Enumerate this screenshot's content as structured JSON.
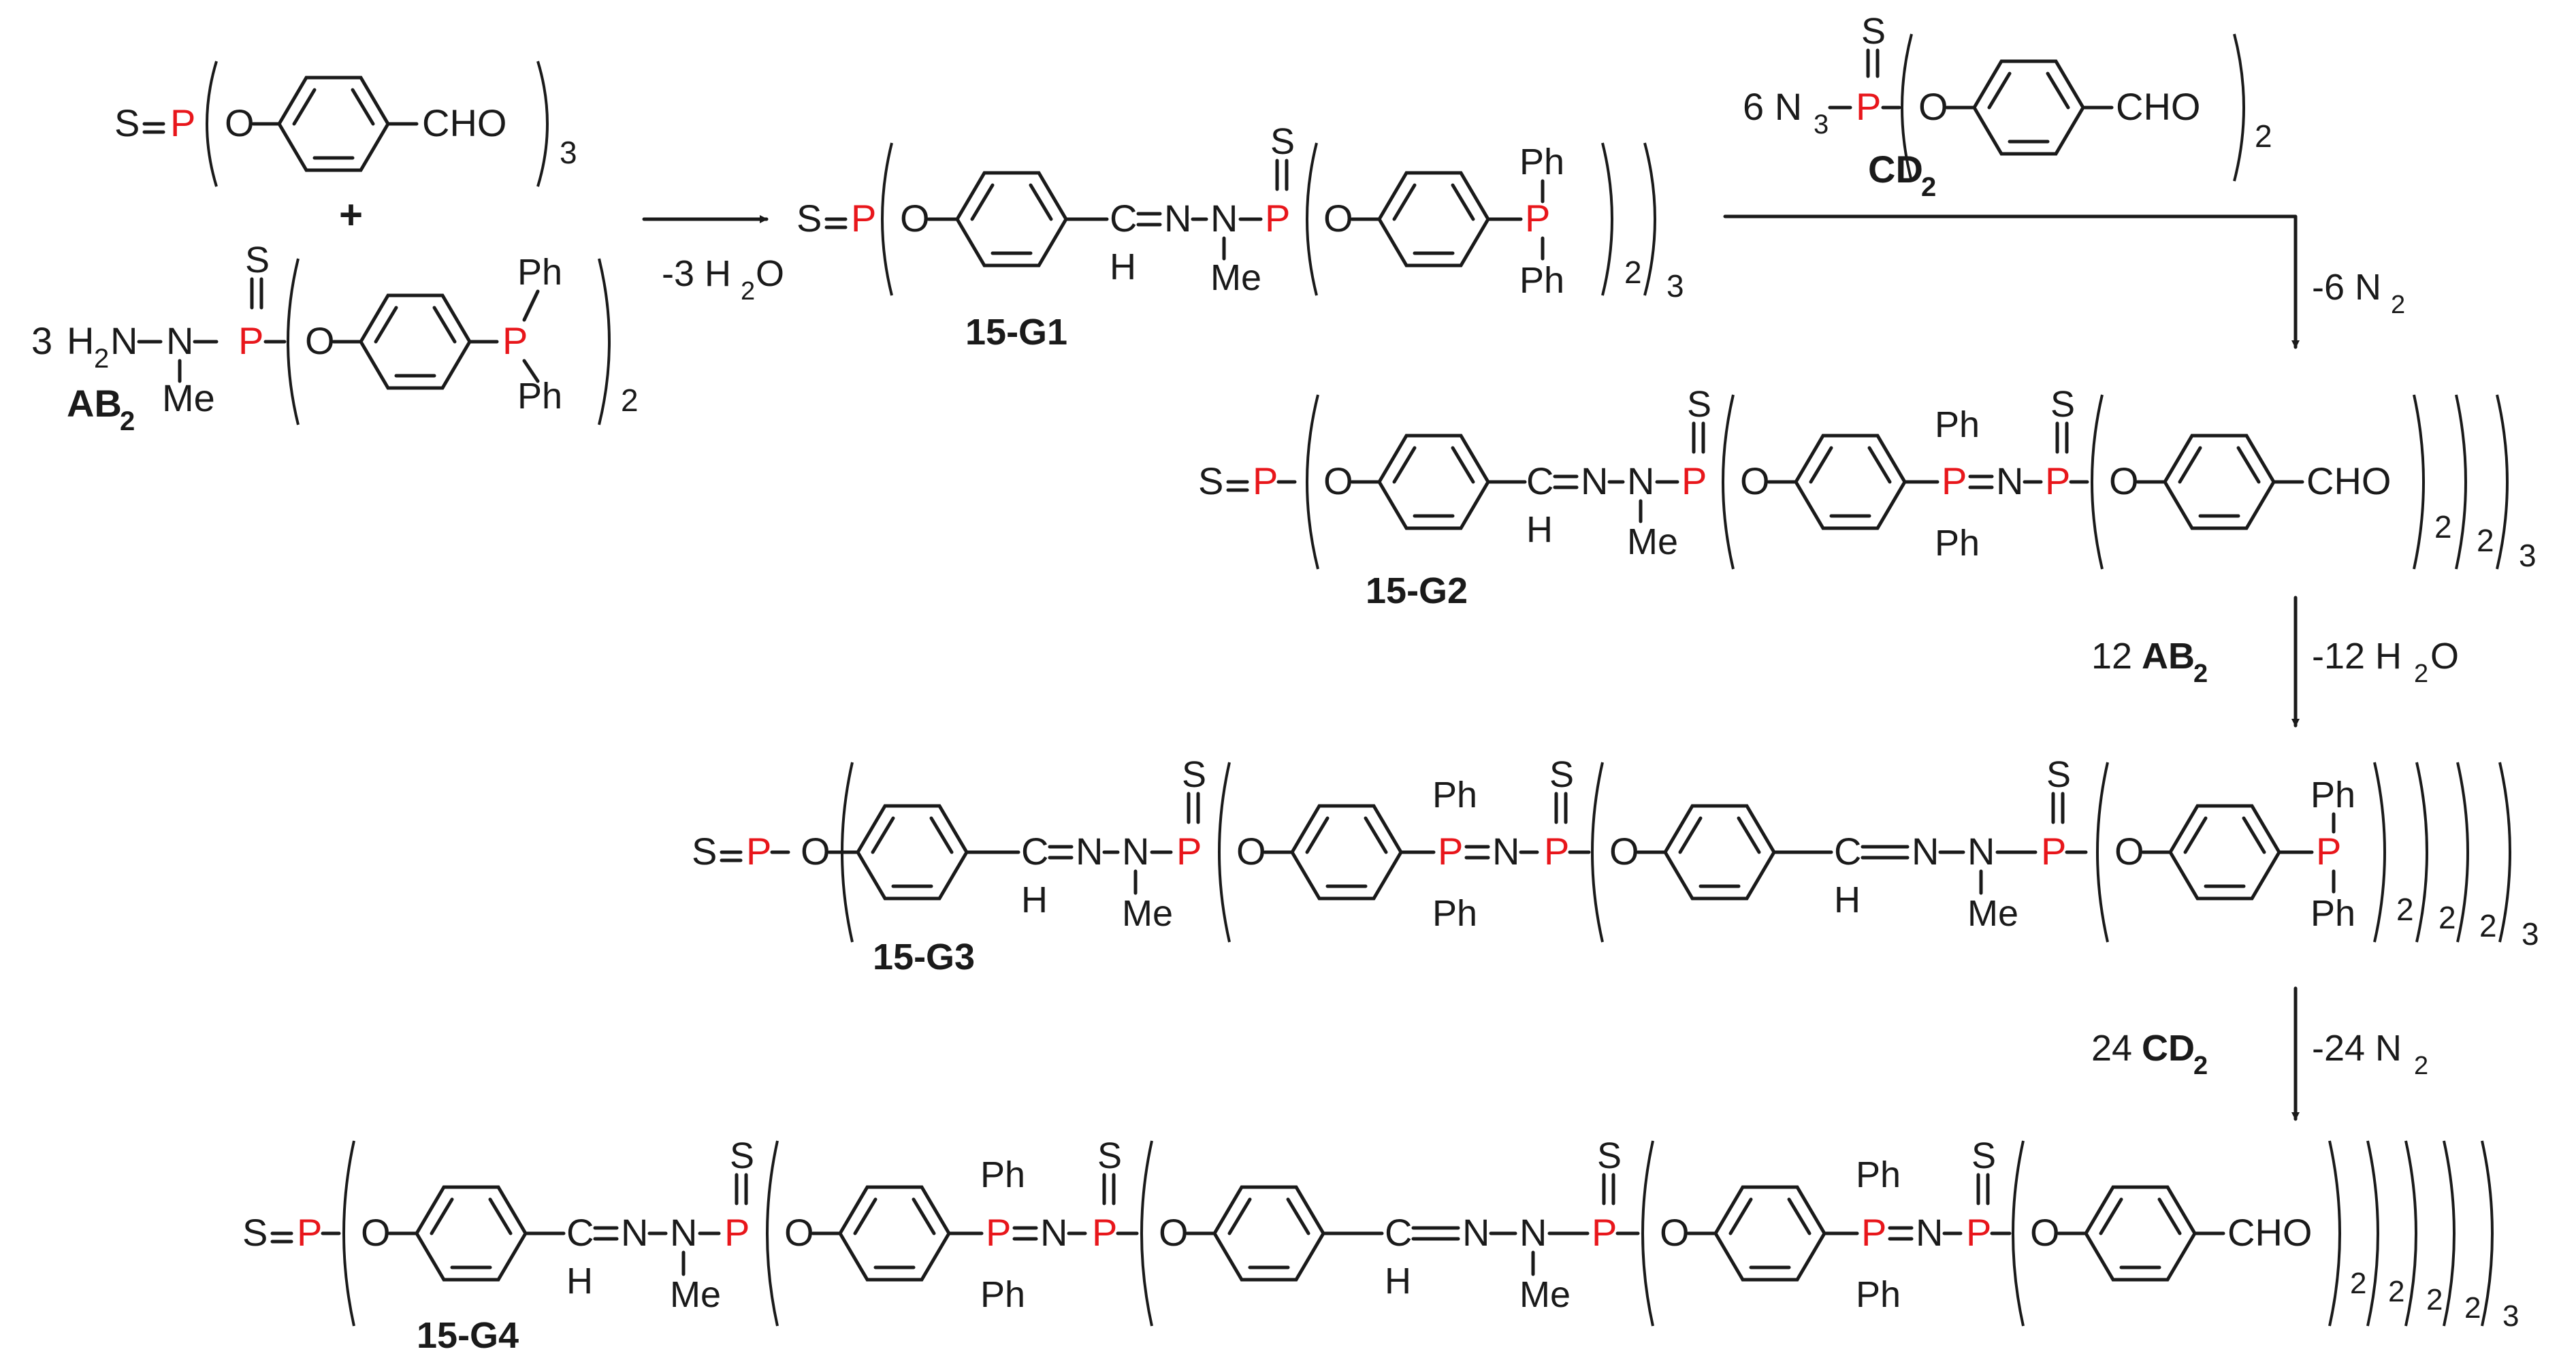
{
  "reactants": {
    "thiophosphoryl_core": {
      "S": "S",
      "P": "P",
      "O": "O",
      "group": "CHO",
      "count": "3"
    },
    "plus": "+",
    "ab2": {
      "coef": "3",
      "h2n": "H",
      "h2n_sub": "2",
      "h2n_n": "N",
      "n": "N",
      "me": "Me",
      "s": "S",
      "p": "P",
      "o": "O",
      "pp": "P",
      "ph1": "Ph",
      "ph2": "Ph",
      "count": "2",
      "label": "AB",
      "label_sub": "2"
    }
  },
  "steps": [
    {
      "id": "step1",
      "above": "",
      "below_pre": "-3 H",
      "below_sub": "2",
      "below_post": "O"
    },
    {
      "id": "step2",
      "reagent_coef": "6 N",
      "reagent_sub": "3",
      "reagent_s": "S",
      "reagent_p": "P",
      "reagent_o": "O",
      "reagent_group": "CHO",
      "reagent_count": "2",
      "reagent_label": "CD",
      "reagent_label_sub": "2",
      "side_pre": "-6 N",
      "side_sub": "2"
    },
    {
      "id": "step3",
      "left_pre": "12 ",
      "left_bold": "AB",
      "left_sub": "2",
      "right_pre": "-12 H",
      "right_sub": "2",
      "right_post": "O"
    },
    {
      "id": "step4",
      "left_pre": "24 ",
      "left_bold": "CD",
      "left_sub": "2",
      "right_pre": "-24 N",
      "right_sub": "2"
    }
  ],
  "products": [
    {
      "label": "15-G1",
      "counts": [
        "2",
        "3"
      ]
    },
    {
      "label": "15-G2",
      "counts": [
        "2",
        "2",
        "3"
      ]
    },
    {
      "label": "15-G3",
      "counts": [
        "2",
        "2",
        "2",
        "3"
      ]
    },
    {
      "label": "15-G4",
      "counts": [
        "2",
        "2",
        "2",
        "2",
        "3"
      ]
    }
  ],
  "atoms": {
    "S": "S",
    "P": "P",
    "O": "O",
    "N": "N",
    "C": "C",
    "H": "H",
    "Me": "Me",
    "Ph": "Ph",
    "CHO": "CHO"
  },
  "colors": {
    "phosphorus": "#e8161b",
    "ink": "#1a1a1a"
  }
}
